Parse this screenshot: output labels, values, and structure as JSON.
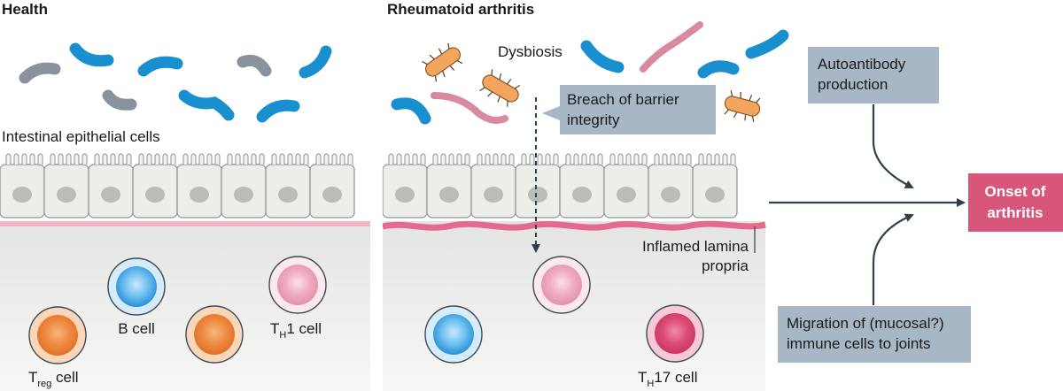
{
  "panels": {
    "health": {
      "title": "Health"
    },
    "ra": {
      "title": "Rheumatoid arthritis"
    }
  },
  "labels": {
    "epithelial": "Intestinal epithelial cells",
    "dysbiosis": "Dysbiosis",
    "breach_line1": "Breach of barrier",
    "breach_line2": "integrity",
    "inflamed_line1": "Inflamed lamina",
    "inflamed_line2": "propria"
  },
  "cells": {
    "b_cell": "B cell",
    "th1_prefix": "T",
    "th1_sub": "H",
    "th1_suffix": "1 cell",
    "treg_prefix": "T",
    "treg_sub": "reg",
    "treg_suffix": " cell",
    "th17_prefix": "T",
    "th17_sub": "H",
    "th17_suffix": "17 cell"
  },
  "boxes": {
    "autoantibody_line1": "Autoantibody",
    "autoantibody_line2": "production",
    "migration_line1": "Migration of (mucosal?)",
    "migration_line2": "immune cells to joints",
    "onset_line1": "Onset of",
    "onset_line2": "arthritis"
  },
  "colors": {
    "box_fill": "#a8b7c6",
    "onset_fill": "#d8567a",
    "arrow": "#2f3f4e",
    "bacteria_blue": "#1a8fd0",
    "bacteria_grey": "#8a929d",
    "bacteria_orange": "#f2a55c",
    "bacteria_pink": "#d98a9e"
  }
}
